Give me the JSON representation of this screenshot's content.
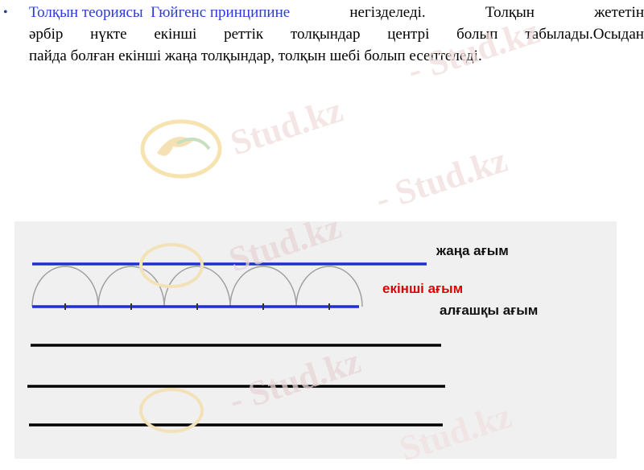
{
  "text": {
    "bullet": "•",
    "line1_link": "Толқын теориясы  Гюйгенс принципине",
    "line1_rest_words": [
      "негізделеді.",
      "Толқын",
      "жететін"
    ],
    "line2_words": [
      "әрбір",
      "нүкте",
      "екінші",
      "реттік",
      "толқындар",
      "центрі",
      "болып",
      "табылады.Осыдан"
    ],
    "line3": "пайда болған екінші жаңа толқындар, толқын шебі болып есептеледі."
  },
  "diagram": {
    "label_new": "жаңа ағым",
    "label_secondary": "екінші ағым",
    "label_initial": "алғашқы ағым"
  },
  "watermark": {
    "text": "Stud.kz",
    "text_dash": "- Stud.kz"
  },
  "colors": {
    "link": "#2b3bd6",
    "blue_line": "#1f2fd0",
    "secondary_label": "#e00000",
    "black_line": "#000000",
    "arc": "#999999"
  }
}
